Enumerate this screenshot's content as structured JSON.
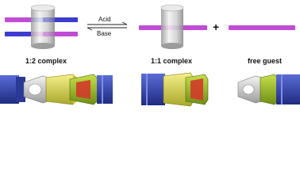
{
  "labels": {
    "left_complex": "1:2 complex",
    "middle_complex": "1:1 complex",
    "right_guest": "free guest"
  },
  "arrows": {
    "forward": "Acid",
    "backward": "Base"
  },
  "operator": "+",
  "colors": {
    "blue_guest": "#3c3ccf",
    "pink_guest": "#c04cd6",
    "ring": "#c8c8c8",
    "buckle_green": "#9fbf2a",
    "buckle_yellow": "#e8e26a",
    "strap_blue": "#2d3fa8",
    "buckle_red": "#d23a2a",
    "silver": "#d4d4d4"
  }
}
